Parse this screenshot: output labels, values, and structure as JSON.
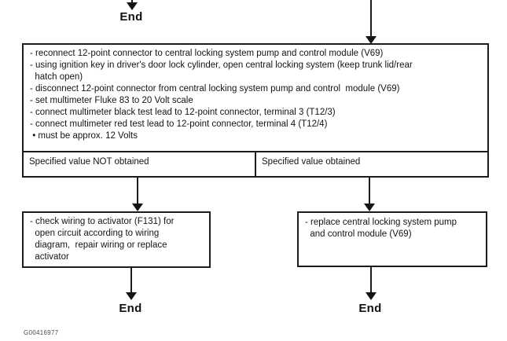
{
  "diagram": {
    "type": "flowchart",
    "background_color": "#ffffff",
    "line_color": "#1c1c1c",
    "top": {
      "end_label": "End"
    },
    "main_box": {
      "lines": [
        "- reconnect 12-point connector to central locking system pump and control module (V69)",
        "- using ignition key in driver's door lock cylinder, open central locking system (keep trunk lid/rear",
        "  hatch open)",
        "- disconnect 12-point connector from central locking system pump and control  module (V69)",
        "- set multimeter Fluke 83 to 20 Volt scale",
        "- connect multimeter black test lead to 12-point connector, terminal 3 (T12/3)",
        "- connect multimeter red test lead to 12-point connector, terminal 4 (T12/4)",
        " • must be approx. 12 Volts"
      ]
    },
    "outcome_row": {
      "left_cell": "Specified value NOT obtained",
      "right_cell": "Specified value obtained"
    },
    "left_result_box": {
      "lines": [
        "- check wiring to activator (F131) for",
        "  open circuit according to wiring",
        "  diagram,  repair wiring or replace",
        "  activator"
      ]
    },
    "right_result_box": {
      "lines": [
        "- replace central locking system pump",
        "  and control module (V69)"
      ]
    },
    "bottom": {
      "left_end_label": "End",
      "right_end_label": "End"
    },
    "footer": {
      "figure_id": "G00416977"
    }
  }
}
